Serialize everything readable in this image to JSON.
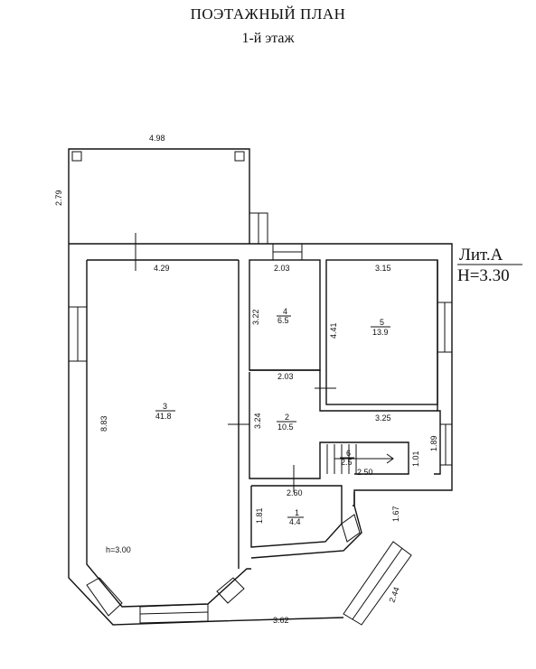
{
  "header": {
    "title": "ПОЭТАЖНЫЙ ПЛАН",
    "subtitle": "1-й этаж"
  },
  "stamp": {
    "lit": "Лит.А",
    "height": "Н=3.30"
  },
  "dimensions": {
    "porch_width": "4.98",
    "porch_depth": "2.79",
    "room3_width": "4.29",
    "room3_length": "8.83",
    "room4_width": "2.03",
    "room4_depth": "3.22",
    "room4_bottom": "2.03",
    "room5_width": "3.15",
    "room5_depth": "4.41",
    "room2_depth": "3.24",
    "room2_right": "3.25",
    "stair_width": "2.50",
    "stair_depth": "1.01",
    "right_wall": "1.89",
    "room1_width": "2.60",
    "room1_depth": "1.81",
    "bay_side": "1.67",
    "bay_diag": "2.44",
    "bottom_width": "3.62",
    "ceiling_h": "h=3.00"
  },
  "rooms": [
    {
      "number": "1",
      "area": "4.4"
    },
    {
      "number": "2",
      "area": "10.5"
    },
    {
      "number": "3",
      "area": "41.8"
    },
    {
      "number": "4",
      "area": "6.5"
    },
    {
      "number": "5",
      "area": "13.9"
    },
    {
      "number": "6",
      "area": "2.5"
    }
  ]
}
